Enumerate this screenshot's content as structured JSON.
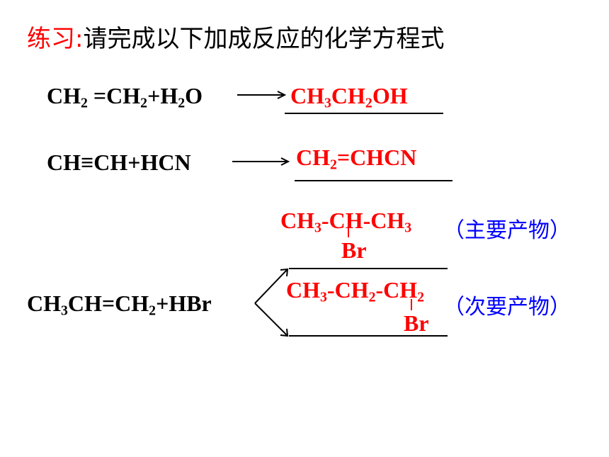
{
  "title": {
    "label": "练习:",
    "text": "请完成以下加成反应的化学方程式"
  },
  "reactions": [
    {
      "reactant_html": "CH<sub>2</sub> =CH<sub>2</sub>+H<sub>2</sub>O",
      "product_html": "CH<sub>3</sub>CH<sub>2</sub>OH"
    },
    {
      "reactant_html": "CH≡CH+HCN",
      "product_html": "CH<sub>2</sub>=CHCN"
    },
    {
      "reactant_html": "CH<sub>3</sub>CH=CH<sub>2</sub>+HBr",
      "major_html": "CH<sub>3</sub>-CH-CH<sub>3</sub>",
      "major_sub": "Br",
      "major_note": "（主要产物）",
      "minor_html": "CH<sub>3</sub>-CH<sub>2</sub>-CH<sub>2</sub>",
      "minor_sub": "Br",
      "minor_note": "（次要产物）"
    }
  ],
  "colors": {
    "label": "#ff0000",
    "product": "#ff0000",
    "note": "#0000ff",
    "text": "#000000"
  }
}
